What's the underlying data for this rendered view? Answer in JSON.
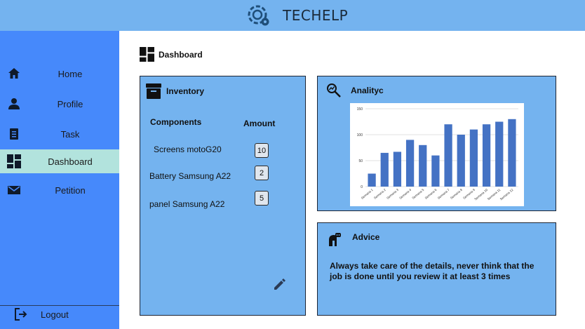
{
  "app": {
    "title": "TECHELP"
  },
  "sidebar": {
    "items": [
      {
        "label": "Home",
        "icon": "home-icon"
      },
      {
        "label": "Profile",
        "icon": "person-icon"
      },
      {
        "label": "Task",
        "icon": "task-icon"
      },
      {
        "label": "Dashboard",
        "icon": "dashboard-icon",
        "active": true
      },
      {
        "label": "Petition",
        "icon": "mail-icon"
      }
    ],
    "logout": {
      "label": "Logout",
      "icon": "logout-icon"
    }
  },
  "page": {
    "title": "Dashboard"
  },
  "inventory": {
    "title": "Inventory",
    "col_components": "Components",
    "col_amount": "Amount",
    "rows": [
      {
        "name": "Screens motoG20",
        "amount": "10"
      },
      {
        "name": "Battery Samsung A22",
        "amount": "2"
      },
      {
        "name": "panel Samsung A22",
        "amount": "5"
      }
    ]
  },
  "analytic": {
    "title": "Analityc"
  },
  "advice": {
    "title": "Advice",
    "text": "Always take care of the details, never think that the job is done until you review it at least 3 times"
  },
  "colors": {
    "topbar": "#74b3ef",
    "sidebar": "#4689fb",
    "active_item": "#b2e3dd",
    "card": "#74b3ef",
    "bar": "#4472c4"
  },
  "chart_data": {
    "type": "bar",
    "categories": [
      "Semana 1",
      "Semana 2",
      "Semana 3",
      "Semana 4",
      "Semana 5",
      "Semana 6",
      "Semana 7",
      "Semana 8",
      "Semana 9",
      "Semana 10",
      "Semana 11",
      "Semana 12"
    ],
    "values": [
      25,
      65,
      67,
      90,
      80,
      60,
      120,
      100,
      110,
      120,
      125,
      130
    ],
    "yticks": [
      "0",
      "50",
      "100",
      "150"
    ],
    "ylim": [
      0,
      150
    ],
    "grid": true,
    "legend": "none"
  }
}
